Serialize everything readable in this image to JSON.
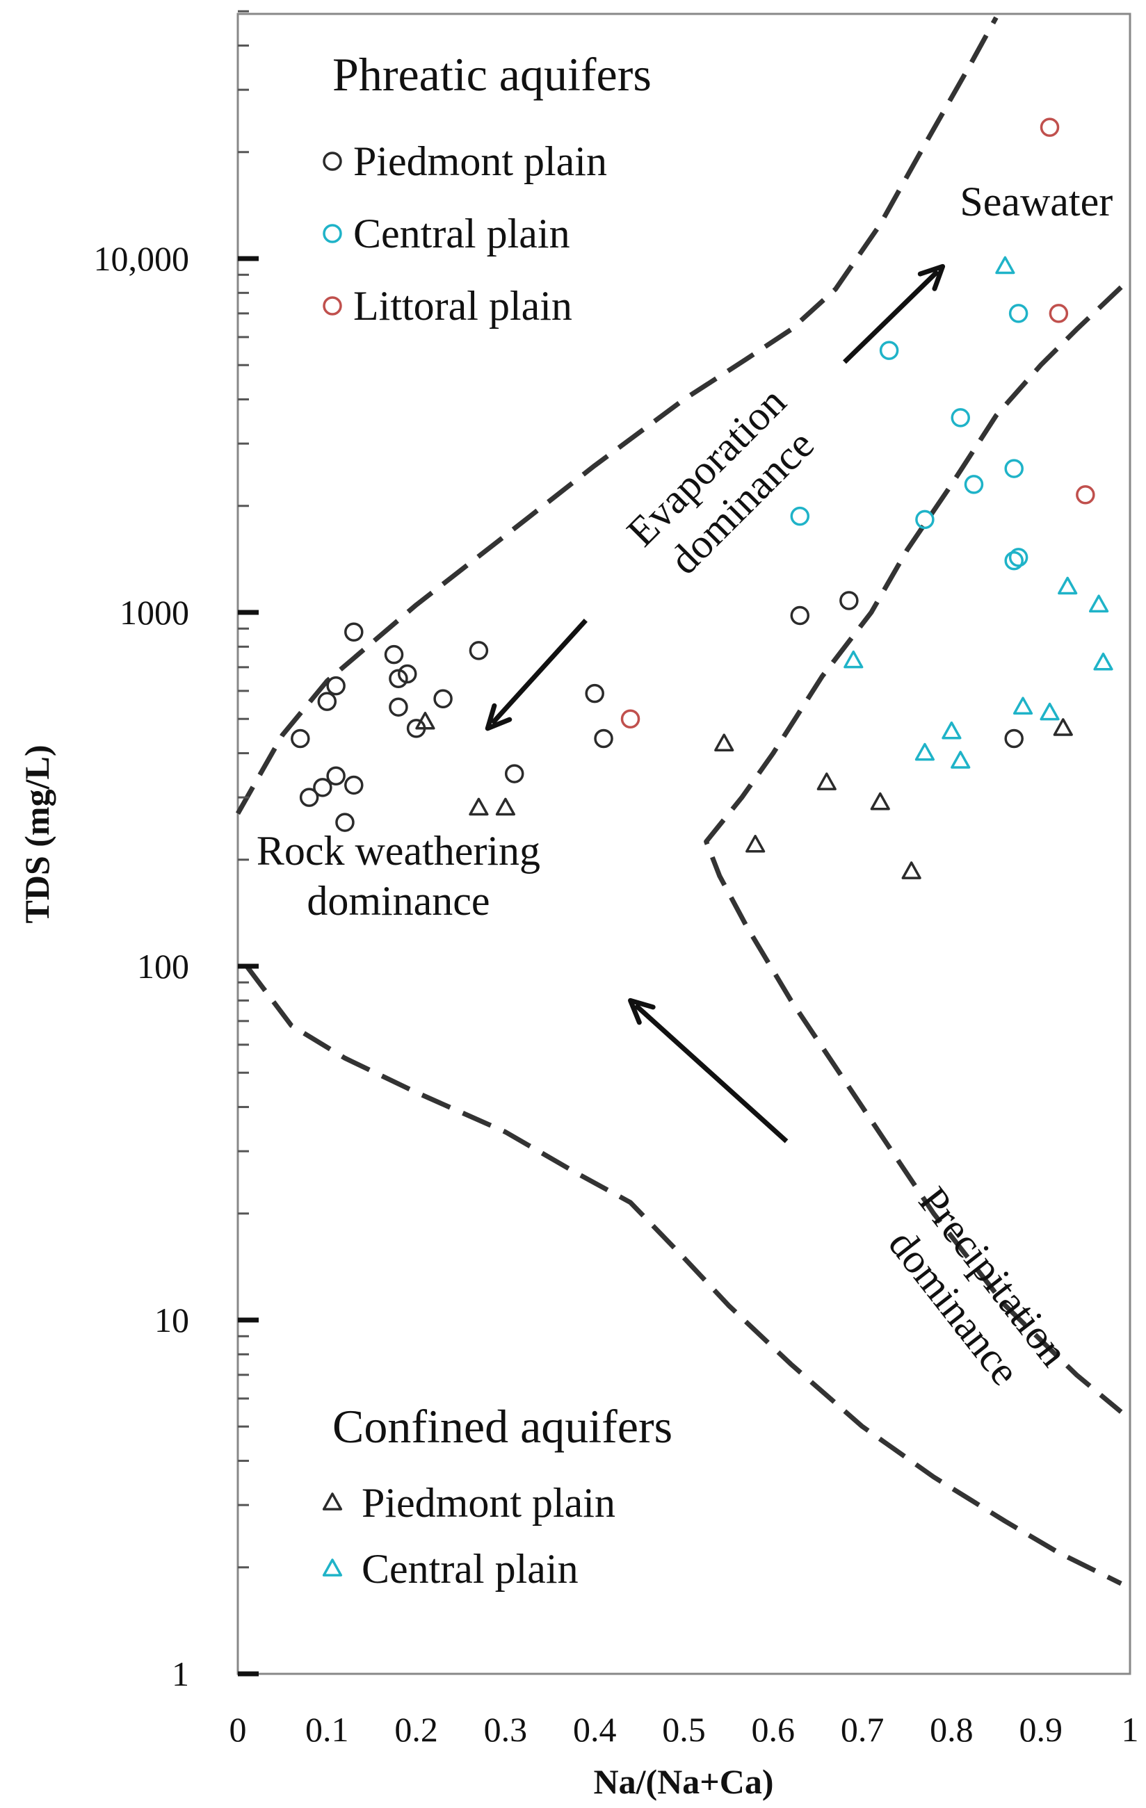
{
  "chart_data": {
    "type": "scatter",
    "title": "",
    "xlabel": "Na/(Na+Ca)",
    "ylabel": "TDS (mg/L)",
    "xlim": [
      0,
      1
    ],
    "ylim": [
      1,
      50000
    ],
    "y_scale": "log",
    "x_ticks": [
      "0",
      "0.1",
      "0.2",
      "0.3",
      "0.4",
      "0.5",
      "0.6",
      "0.7",
      "0.8",
      "0.9",
      "1"
    ],
    "y_ticks": [
      {
        "value": 1,
        "label": "1"
      },
      {
        "value": 10,
        "label": "10"
      },
      {
        "value": 100,
        "label": "100"
      },
      {
        "value": 1000,
        "label": "1000"
      },
      {
        "value": 10000,
        "label": "10,000"
      }
    ],
    "grid": false,
    "legends": [
      {
        "title": "Phreatic aquifers",
        "placement": "top-left",
        "entries": [
          {
            "label": "Piedmont plain",
            "marker": "circle",
            "color": "#2b2b2b"
          },
          {
            "label": "Central plain",
            "marker": "circle",
            "color": "#1fb3c8"
          },
          {
            "label": "Littoral plain",
            "marker": "circle",
            "color": "#c0504d"
          }
        ]
      },
      {
        "title": "Confined aquifers",
        "placement": "bottom-left",
        "entries": [
          {
            "label": "Piedmont plain",
            "marker": "triangle",
            "color": "#2b2b2b"
          },
          {
            "label": "Central plain",
            "marker": "triangle",
            "color": "#1fb3c8"
          }
        ]
      }
    ],
    "region_labels": [
      {
        "lines": [
          "Seawater"
        ],
        "x": 0.895,
        "y": 14500,
        "rotate": 0
      },
      {
        "lines": [
          "Evaporation",
          "dominance"
        ],
        "x": 0.545,
        "y": 2300,
        "rotate": -45
      },
      {
        "lines": [
          "Rock weathering",
          "dominance"
        ],
        "x": 0.18,
        "y": 180,
        "rotate": 0
      },
      {
        "lines": [
          "Precipitation",
          "dominance"
        ],
        "x": 0.825,
        "y": 12,
        "rotate": 52
      }
    ],
    "arrows": [
      {
        "from": [
          0.68,
          5100
        ],
        "to": [
          0.79,
          9500
        ]
      },
      {
        "from": [
          0.39,
          950
        ],
        "to": [
          0.28,
          470
        ]
      },
      {
        "from": [
          0.615,
          32
        ],
        "to": [
          0.44,
          80
        ]
      }
    ],
    "boundaries": [
      {
        "name": "upper",
        "points": [
          [
            0,
            270
          ],
          [
            0.05,
            450
          ],
          [
            0.1,
            640
          ],
          [
            0.2,
            1050
          ],
          [
            0.3,
            1650
          ],
          [
            0.4,
            2600
          ],
          [
            0.5,
            4000
          ],
          [
            0.57,
            5200
          ],
          [
            0.62,
            6300
          ],
          [
            0.67,
            8200
          ],
          [
            0.72,
            12500
          ],
          [
            0.77,
            21000
          ],
          [
            0.82,
            35000
          ],
          [
            0.85,
            48000
          ]
        ]
      },
      {
        "name": "inner",
        "points": [
          [
            0.99,
            8300
          ],
          [
            0.94,
            6300
          ],
          [
            0.9,
            5000
          ],
          [
            0.85,
            3600
          ],
          [
            0.8,
            2300
          ],
          [
            0.75,
            1500
          ],
          [
            0.71,
            1000
          ],
          [
            0.655,
            660
          ],
          [
            0.6,
            400
          ],
          [
            0.565,
            300
          ],
          [
            0.525,
            225
          ],
          [
            0.54,
            180
          ],
          [
            0.57,
            130
          ],
          [
            0.62,
            80
          ],
          [
            0.7,
            40
          ],
          [
            0.78,
            20
          ],
          [
            0.86,
            11
          ],
          [
            0.94,
            7
          ],
          [
            0.99,
            5.5
          ]
        ]
      },
      {
        "name": "lower",
        "points": [
          [
            0.01,
            100
          ],
          [
            0.06,
            68
          ],
          [
            0.12,
            55
          ],
          [
            0.2,
            44
          ],
          [
            0.3,
            34
          ],
          [
            0.38,
            26
          ],
          [
            0.44,
            21.5
          ],
          [
            0.5,
            15
          ],
          [
            0.55,
            11
          ],
          [
            0.62,
            7.5
          ],
          [
            0.7,
            5
          ],
          [
            0.78,
            3.6
          ],
          [
            0.86,
            2.7
          ],
          [
            0.92,
            2.2
          ],
          [
            0.99,
            1.8
          ]
        ]
      }
    ],
    "series": [
      {
        "name": "Phreatic aquifers – Piedmont plain",
        "marker": "circle",
        "color": "#2b2b2b",
        "points": [
          [
            0.07,
            440
          ],
          [
            0.1,
            560
          ],
          [
            0.11,
            620
          ],
          [
            0.13,
            880
          ],
          [
            0.08,
            300
          ],
          [
            0.095,
            320
          ],
          [
            0.11,
            345
          ],
          [
            0.13,
            325
          ],
          [
            0.12,
            255
          ],
          [
            0.175,
            760
          ],
          [
            0.18,
            650
          ],
          [
            0.19,
            670
          ],
          [
            0.18,
            540
          ],
          [
            0.2,
            470
          ],
          [
            0.23,
            570
          ],
          [
            0.27,
            780
          ],
          [
            0.4,
            590
          ],
          [
            0.41,
            440
          ],
          [
            0.31,
            350
          ],
          [
            0.63,
            980
          ],
          [
            0.685,
            1080
          ],
          [
            0.87,
            440
          ]
        ]
      },
      {
        "name": "Phreatic aquifers – Central plain",
        "marker": "circle",
        "color": "#1fb3c8",
        "points": [
          [
            0.73,
            5500
          ],
          [
            0.81,
            3550
          ],
          [
            0.63,
            1870
          ],
          [
            0.77,
            1830
          ],
          [
            0.825,
            2300
          ],
          [
            0.87,
            2550
          ],
          [
            0.87,
            1400
          ],
          [
            0.875,
            1430
          ],
          [
            0.875,
            7000
          ]
        ]
      },
      {
        "name": "Phreatic aquifers – Littoral plain",
        "marker": "circle",
        "color": "#c0504d",
        "points": [
          [
            0.91,
            23500
          ],
          [
            0.92,
            7000
          ],
          [
            0.95,
            2150
          ],
          [
            0.44,
            500
          ]
        ]
      },
      {
        "name": "Confined aquifers – Piedmont plain",
        "marker": "triangle",
        "color": "#2b2b2b",
        "points": [
          [
            0.21,
            490
          ],
          [
            0.27,
            280
          ],
          [
            0.3,
            280
          ],
          [
            0.545,
            425
          ],
          [
            0.58,
            220
          ],
          [
            0.66,
            330
          ],
          [
            0.72,
            290
          ],
          [
            0.755,
            185
          ],
          [
            0.925,
            470
          ]
        ]
      },
      {
        "name": "Confined aquifers – Central plain",
        "marker": "triangle",
        "color": "#1fb3c8",
        "points": [
          [
            0.86,
            9500
          ],
          [
            0.93,
            1180
          ],
          [
            0.965,
            1050
          ],
          [
            0.97,
            720
          ],
          [
            0.69,
            730
          ],
          [
            0.88,
            540
          ],
          [
            0.91,
            520
          ],
          [
            0.8,
            460
          ],
          [
            0.77,
            400
          ],
          [
            0.81,
            380
          ]
        ]
      }
    ]
  }
}
